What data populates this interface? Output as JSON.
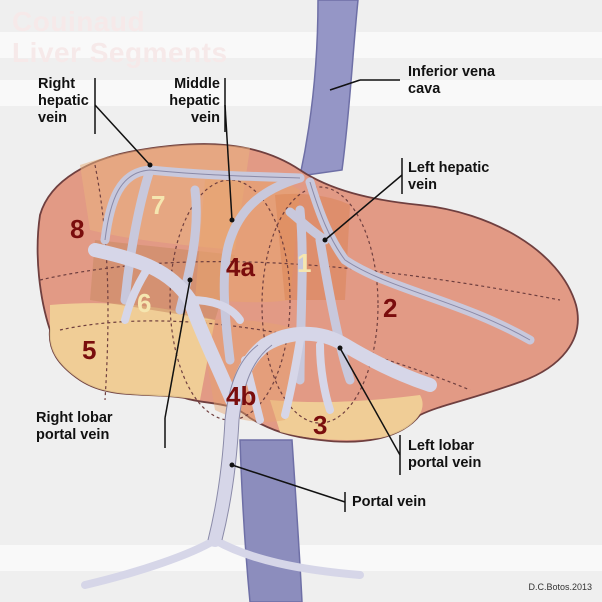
{
  "title": {
    "line1": "Couinaud",
    "line2": "Liver Segments"
  },
  "labels": {
    "ivc": "Inferior vena\ncava",
    "right_hv": "Right\nhepatic\nvein",
    "middle_hv": "Middle\nhepatic\nvein",
    "left_hv": "Left hepatic\nvein",
    "right_pv": "Right lobar\nportal vein",
    "left_pv": "Left lobar\nportal vein",
    "portal": "Portal vein"
  },
  "segments": {
    "s1": "1",
    "s2": "2",
    "s3": "3",
    "s4a": "4a",
    "s4b": "4b",
    "s5": "5",
    "s6": "6",
    "s7": "7",
    "s8": "8"
  },
  "credit": "D.C.Botos.2013",
  "colors": {
    "background": "#efefef",
    "band": "#f8f8f8",
    "liver": "#e29a85",
    "vena_cava": "#8e8fc1",
    "portal": "#cfcfe4",
    "segment_dark": "#7a0d0d",
    "segment_light": "#f5e6b0"
  }
}
